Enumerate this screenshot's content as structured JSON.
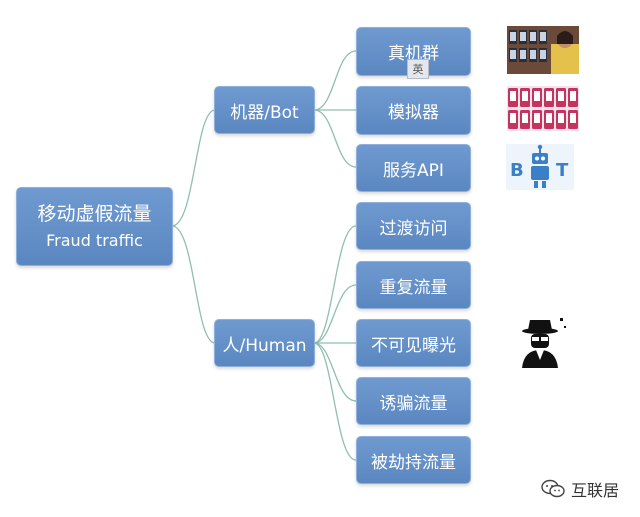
{
  "root": {
    "line1": "移动虚假流量",
    "line2": "Fraud traffic"
  },
  "branches": [
    {
      "label": "机器/Bot",
      "leaves": [
        "真机群",
        "模拟器",
        "服务API"
      ]
    },
    {
      "label": "人/Human",
      "leaves": [
        "过渡访问",
        "重复流量",
        "不可见曝光",
        "诱骗流量",
        "被劫持流量"
      ]
    }
  ],
  "ime_chip": "英",
  "bot_logo_text": [
    "B",
    "T"
  ],
  "watermark": "互联居",
  "icons": [
    "phone-farm-photo",
    "emulator-grid-icon",
    "bot-robot-icon",
    "hacker-icon",
    "wechat-icon"
  ],
  "colors": {
    "node": "#5b87c1",
    "connector": "#8fbfb0",
    "emulator": "#c4345f",
    "bot_blue": "#3c7fc9"
  }
}
